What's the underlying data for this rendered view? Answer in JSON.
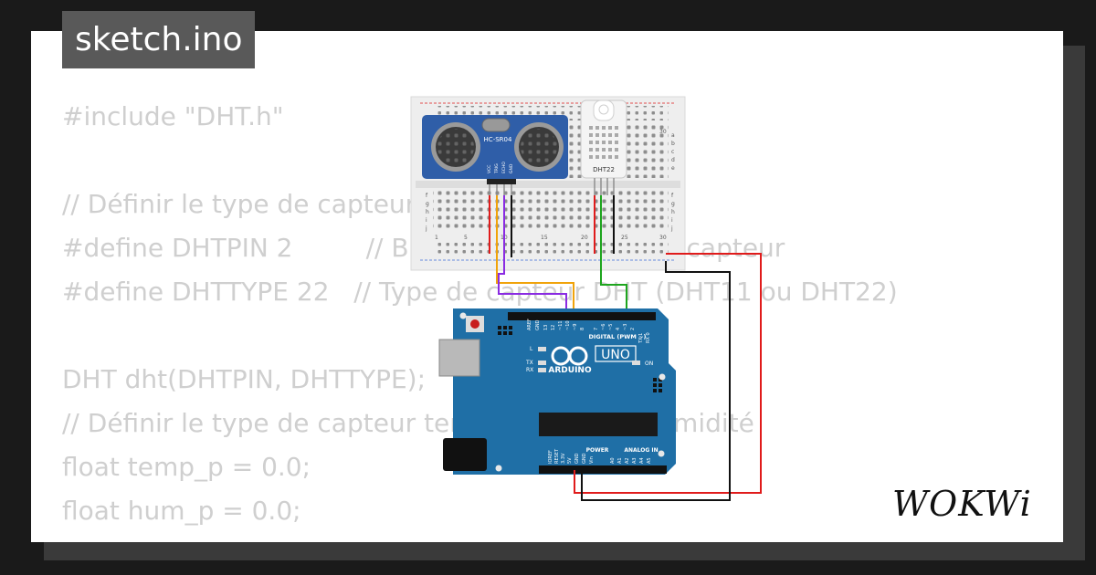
{
  "header": {
    "filename": "sketch.ino"
  },
  "code_lines": [
    "#include \"DHT.h\"",
    "",
    "// Définir le type de capteur",
    "#define DHTPIN 2         // Broche de données du capteur",
    "#define DHTTYPE 22   // Type de capteur DHT (DHT11 ou DHT22)",
    "",
    "DHT dht(DHTPIN, DHTTYPE);",
    "// Définir le type de capteur température et l'humidité",
    "float temp_p = 0.0;",
    "float hum_p = 0.0;"
  ],
  "diagram": {
    "ultrasonic": {
      "label": "HC-SR04",
      "pins": [
        "VCC",
        "TRIG",
        "ECHO",
        "GND"
      ]
    },
    "dht": {
      "label": "DHT22"
    },
    "arduino": {
      "brand": "ARDUINO",
      "model": "UNO",
      "digital_label": "DIGITAL (PWM ~)",
      "power_label": "POWER",
      "analog_label": "ANALOG IN",
      "on_label": "ON",
      "led_labels": [
        "L",
        "TX",
        "RX"
      ],
      "top_pins": [
        "AREF",
        "GND",
        "13",
        "12",
        "~11",
        "~10",
        "~9",
        "8",
        "7",
        "~6",
        "~5",
        "4",
        "~3",
        "2",
        "TX 1",
        "RX 0"
      ],
      "bottom_pins": [
        "IOREF",
        "RESET",
        "3.3V",
        "5V",
        "GND",
        "GND",
        "Vin",
        "A0",
        "A1",
        "A2",
        "A3",
        "A4",
        "A5"
      ]
    },
    "breadboard": {
      "row_letters": [
        "a",
        "b",
        "c",
        "d",
        "e",
        "f",
        "g",
        "h",
        "i",
        "j"
      ],
      "col_numbers": [
        "1",
        "5",
        "10",
        "15",
        "20",
        "25",
        "30"
      ]
    },
    "wire_colors": {
      "red": "#e01b1b",
      "black": "#111111",
      "green": "#1ea51e",
      "orange": "#f0a30a",
      "purple": "#8a2be2"
    }
  },
  "brand": {
    "logo_text": "WOKWi"
  }
}
